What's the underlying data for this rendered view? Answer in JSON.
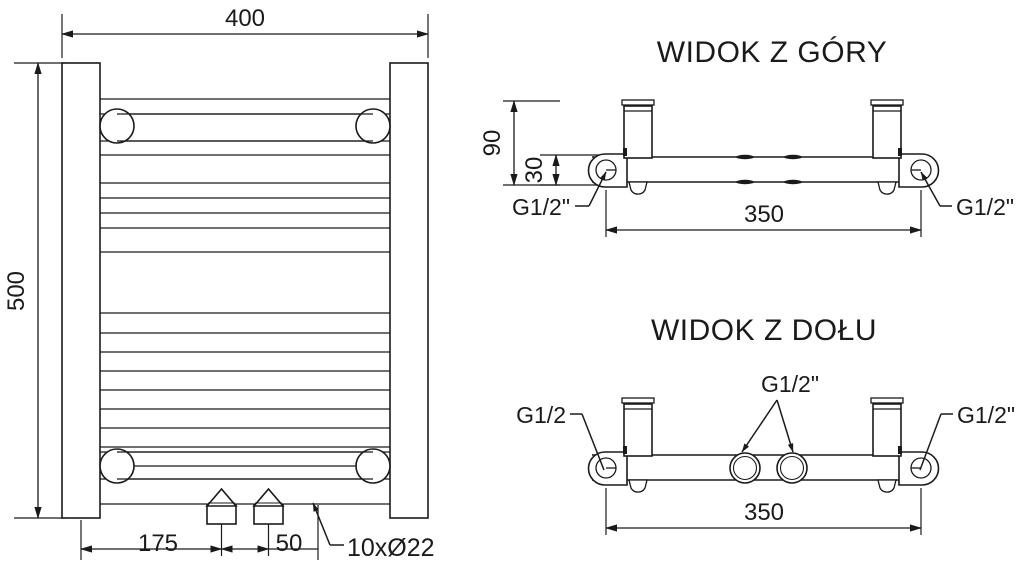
{
  "document": {
    "kind": "technical-drawing",
    "subject": "ladder towel radiator",
    "units": "mm",
    "background_color": "#ffffff",
    "line_color": "#1a1a1a"
  },
  "front_view": {
    "name": "front-view",
    "dimensions": {
      "width_label": "400",
      "height_label": "500",
      "offset_label": "175",
      "spacing_label": "50"
    },
    "note": {
      "holes_label": "10xØ22"
    },
    "geometry": {
      "rung_count": 18,
      "collector_circles": 4,
      "bracket_count": 2
    }
  },
  "top_view": {
    "name": "top-view",
    "title": "WIDOK Z GÓRY",
    "dimensions": {
      "depth_label": "90",
      "inner_depth_label": "30",
      "centers_label": "350"
    },
    "connections": [
      {
        "id": "top-left-port",
        "label": "G1/2\""
      },
      {
        "id": "top-right-port",
        "label": "G1/2\""
      }
    ]
  },
  "bottom_view": {
    "name": "bottom-view",
    "title": "WIDOK Z DOŁU",
    "dimensions": {
      "centers_label": "350"
    },
    "connections": [
      {
        "id": "bottom-left-port",
        "label": "G1/2"
      },
      {
        "id": "bottom-center-ports",
        "label": "G1/2\""
      },
      {
        "id": "bottom-right-port",
        "label": "G1/2\""
      }
    ]
  }
}
